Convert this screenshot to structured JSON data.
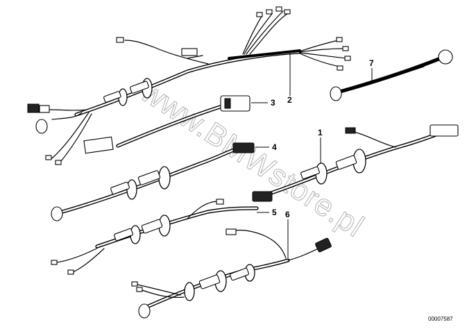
{
  "callouts": {
    "c1": "1",
    "c2": "2",
    "c3": "3",
    "c4": "4",
    "c5": "5",
    "c6": "6",
    "c7": "7"
  },
  "watermark": "www.BMWstore.pl",
  "document_number": "00007587"
}
